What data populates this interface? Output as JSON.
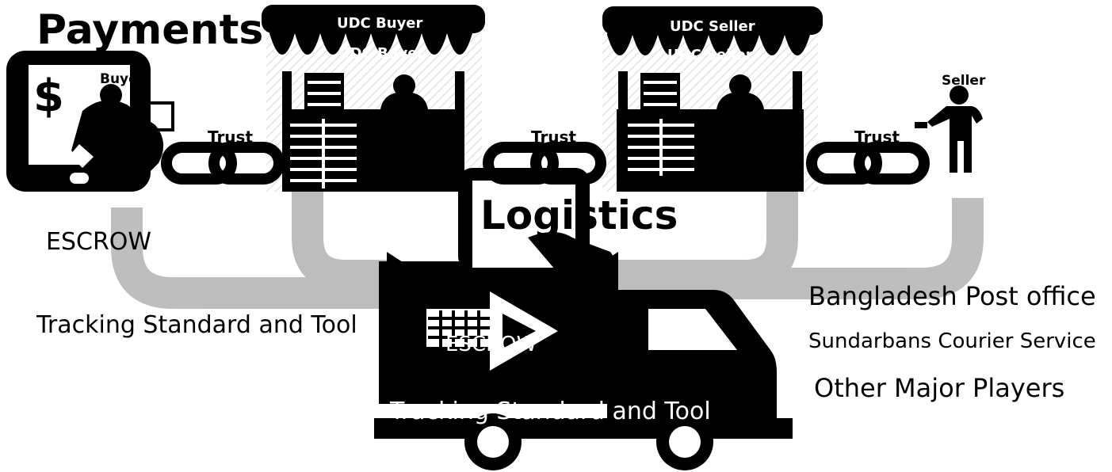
{
  "titles": {
    "payments": "Payments",
    "logistics": "Logistics"
  },
  "payments": {
    "escrow": "ESCROW",
    "tracking": "Tracking Standard and Tool"
  },
  "logistics": {
    "escrow": "ESCROW",
    "tracking": "Tracking Standard and Tool"
  },
  "actors": {
    "buyer": "Buyer",
    "seller": "Seller",
    "udc_buyer": "UDC Buyer",
    "udc_buyer_dup": "UDC Buyer",
    "udc_seller": "UDC Seller",
    "udc_seller_dup": "UDC Seller"
  },
  "links": [
    "Trust",
    "Trust",
    "Trust"
  ],
  "providers": [
    "Bangladesh Post office",
    "Sundarbans Courier Service",
    "Other Major Players"
  ],
  "colors": {
    "ink": "#000000",
    "arrow": "#b5b5b5",
    "hatch": "#e6e6e6",
    "paper": "#ffffff"
  },
  "icons": [
    "tablet-dollar-icon",
    "payment-hand-icon",
    "chain-link-icon",
    "market-stall-icon",
    "person-icon",
    "delivery-truck-icon",
    "shopping-cart-icon",
    "play-arrow-icon"
  ]
}
